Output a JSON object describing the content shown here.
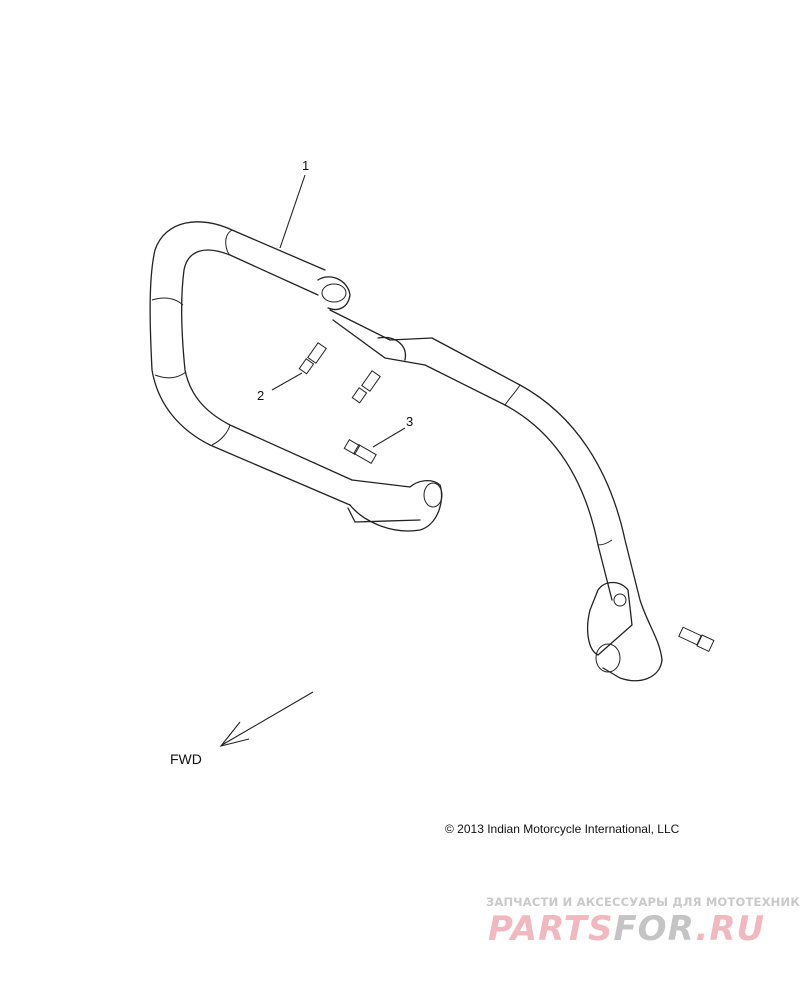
{
  "diagram": {
    "callouts": [
      {
        "id": "1",
        "label": "1"
      },
      {
        "id": "2",
        "label": "2"
      },
      {
        "id": "3",
        "label": "3"
      }
    ],
    "direction_label": "FWD",
    "copyright": "© 2013 Indian Motorcycle International, LLC"
  },
  "watermark": {
    "tagline": "ЗАПЧАСТИ И АКСЕССУАРЫ ДЛЯ МОТОТЕХНИКИ",
    "logo_part1": "PARTS",
    "logo_part2": "FOR",
    "logo_part3": ".RU",
    "colors": {
      "pink": "#f2b8c0",
      "gray": "#bfbfbf"
    }
  }
}
